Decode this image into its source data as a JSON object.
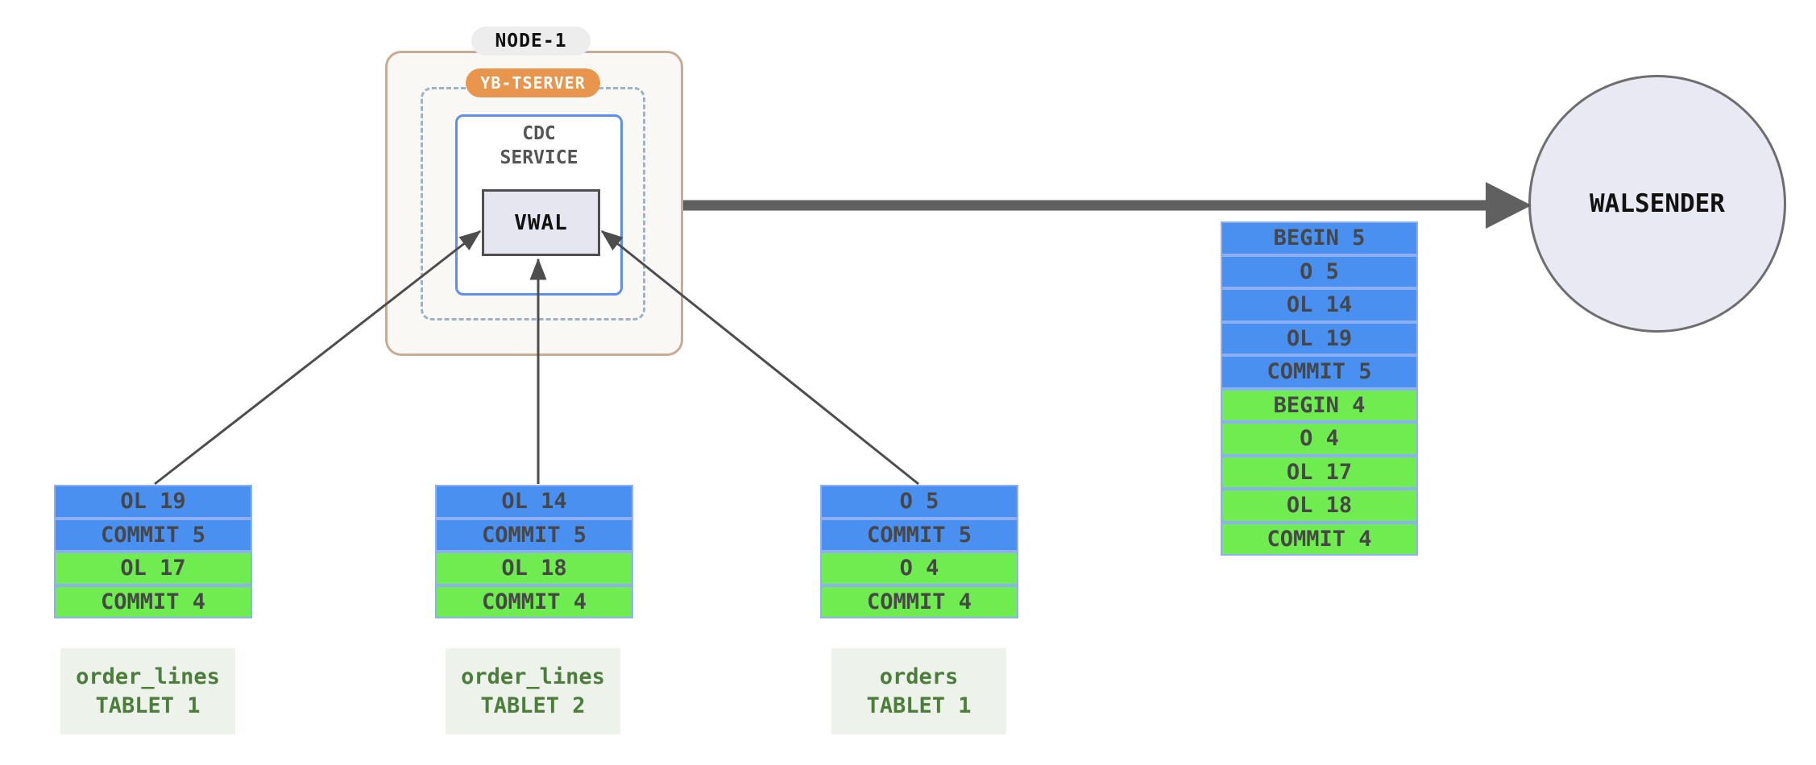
{
  "diagram": {
    "node": {
      "title": "NODE-1",
      "tserver_badge": "YB-TSERVER",
      "cdc_service_label": "CDC\nSERVICE",
      "vwal_label": "VWAL"
    },
    "walsender_label": "WALSENDER",
    "queue": {
      "rows": [
        {
          "label": "BEGIN 5",
          "color": "blue"
        },
        {
          "label": "O 5",
          "color": "blue"
        },
        {
          "label": "OL 14",
          "color": "blue"
        },
        {
          "label": "OL 19",
          "color": "blue"
        },
        {
          "label": "COMMIT 5",
          "color": "blue"
        },
        {
          "label": "BEGIN 4",
          "color": "green"
        },
        {
          "label": "O 4",
          "color": "green"
        },
        {
          "label": "OL 17",
          "color": "green"
        },
        {
          "label": "OL 18",
          "color": "green"
        },
        {
          "label": "COMMIT 4",
          "color": "green"
        }
      ]
    },
    "tablets": [
      {
        "name_line1": "order_lines",
        "name_line2": "TABLET 1",
        "rows": [
          {
            "label": "OL 19",
            "color": "blue"
          },
          {
            "label": "COMMIT 5",
            "color": "blue"
          },
          {
            "label": "OL 17",
            "color": "green"
          },
          {
            "label": "COMMIT 4",
            "color": "green"
          }
        ]
      },
      {
        "name_line1": "order_lines",
        "name_line2": "TABLET 2",
        "rows": [
          {
            "label": "OL 14",
            "color": "blue"
          },
          {
            "label": "COMMIT 5",
            "color": "blue"
          },
          {
            "label": "OL 18",
            "color": "green"
          },
          {
            "label": "COMMIT 4",
            "color": "green"
          }
        ]
      },
      {
        "name_line1": "orders",
        "name_line2": "TABLET 1",
        "rows": [
          {
            "label": "O 5",
            "color": "blue"
          },
          {
            "label": "COMMIT 5",
            "color": "blue"
          },
          {
            "label": "O 4",
            "color": "green"
          },
          {
            "label": "COMMIT 4",
            "color": "green"
          }
        ]
      }
    ]
  },
  "colors": {
    "txn5_blue": "#4a90f0",
    "txn4_green": "#6fec4f",
    "cell_border": "#8caff5",
    "node_border": "#c7ab94",
    "node_bg": "#faf8f5",
    "badge_orange": "#e8964e",
    "cdc_border": "#5f8fee",
    "dashed_border": "#9fb3c8",
    "vwal_bg": "#e6e6f1",
    "walsender_bg": "#e9e9f4",
    "tablet_label_bg": "#edf3ea",
    "tablet_label_text": "#4b7d3b",
    "arrow_gray": "#4d4d4d",
    "big_arrow_gray": "#606060"
  }
}
